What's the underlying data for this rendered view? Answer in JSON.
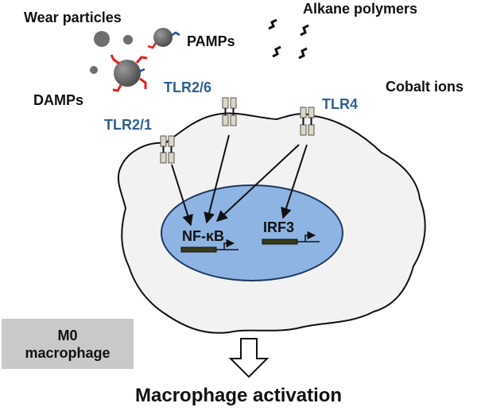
{
  "labels": {
    "wear_particles": "Wear particles",
    "pamps": "PAMPs",
    "damps": "DAMPs",
    "alkane_polymers": "Alkane polymers",
    "cobalt_ions": "Cobalt ions",
    "tlr2_6": "TLR2/6",
    "tlr2_1": "TLR2/1",
    "tlr4": "TLR4",
    "nfkb": "NF-κB",
    "irf3": "IRF3",
    "m0_line1": "M0",
    "m0_line2": "macrophage",
    "activation": "Macrophage activation"
  },
  "colors": {
    "cell_fill": "#f2f2f2",
    "nucleus_fill": "#8eb4e3",
    "nucleus_stroke": "#1f3a5f",
    "receptor_label": "#2f5f8f",
    "pamp_tail": "#1f4e9a",
    "damp_tail": "#e0201b",
    "m0_box": "#c9c9c9"
  }
}
